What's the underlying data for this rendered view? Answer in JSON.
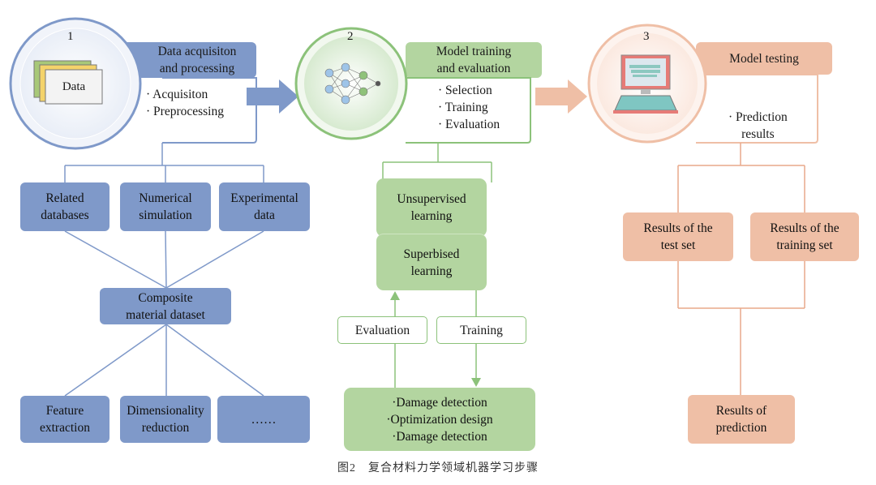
{
  "stage1": {
    "number": "1",
    "title": "Data acquisiton\nand processing",
    "icon_label": "Data",
    "items": [
      "· Acquisiton",
      "· Preprocessing"
    ],
    "sources": [
      "Related\ndatabases",
      "Numerical\nsimulation",
      "Experimental\ndata"
    ],
    "dataset": "Composite\nmaterial dataset",
    "outputs": [
      "Feature\nextraction",
      "Dimensionality\nreduction",
      "……"
    ]
  },
  "stage2": {
    "number": "2",
    "title": "Model training\nand evaluation",
    "items": [
      "· Selection",
      "· Training",
      "· Evaluation"
    ],
    "learning": [
      "Unsupervised\nlearning",
      "Superbised\nlearning"
    ],
    "loop": [
      "Evaluation",
      "Training"
    ],
    "applications": [
      "·Damage detection",
      "·Optimization design",
      "·Damage detection"
    ]
  },
  "stage3": {
    "number": "3",
    "title": "Model testing",
    "items": [
      "· Prediction\nresults"
    ],
    "results": [
      "Results of the\ntest set",
      "Results of the\ntraining set"
    ],
    "final": "Results of\nprediction"
  },
  "caption": "图2　复合材料力学领域机器学习步骤",
  "colors": {
    "blue": "#7f99c9",
    "green": "#b3d5a0",
    "salmon": "#efbfa6",
    "green_line": "#8cc27a",
    "salmon_line": "#e8a88a"
  }
}
